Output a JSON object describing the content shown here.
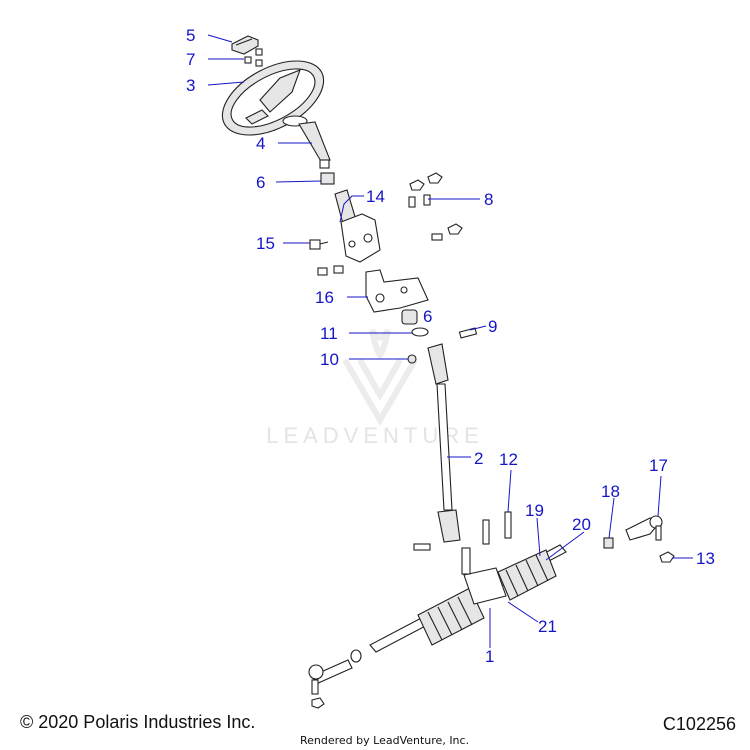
{
  "diagram": {
    "callouts": [
      "5",
      "7",
      "3",
      "4",
      "6",
      "14",
      "8",
      "15",
      "16",
      "6",
      "11",
      "9",
      "10",
      "2",
      "12",
      "17",
      "18",
      "19",
      "20",
      "13",
      "21",
      "1"
    ],
    "watermark": "LEADVENTURE"
  },
  "footer": {
    "copyright": "© 2020 Polaris Industries Inc.",
    "diagram_id": "C102256",
    "rendered_by": "Rendered by LeadVenture, Inc."
  },
  "colors": {
    "callout": "#1515c8",
    "linework": "#222222",
    "watermark": "#e4e4e4"
  }
}
